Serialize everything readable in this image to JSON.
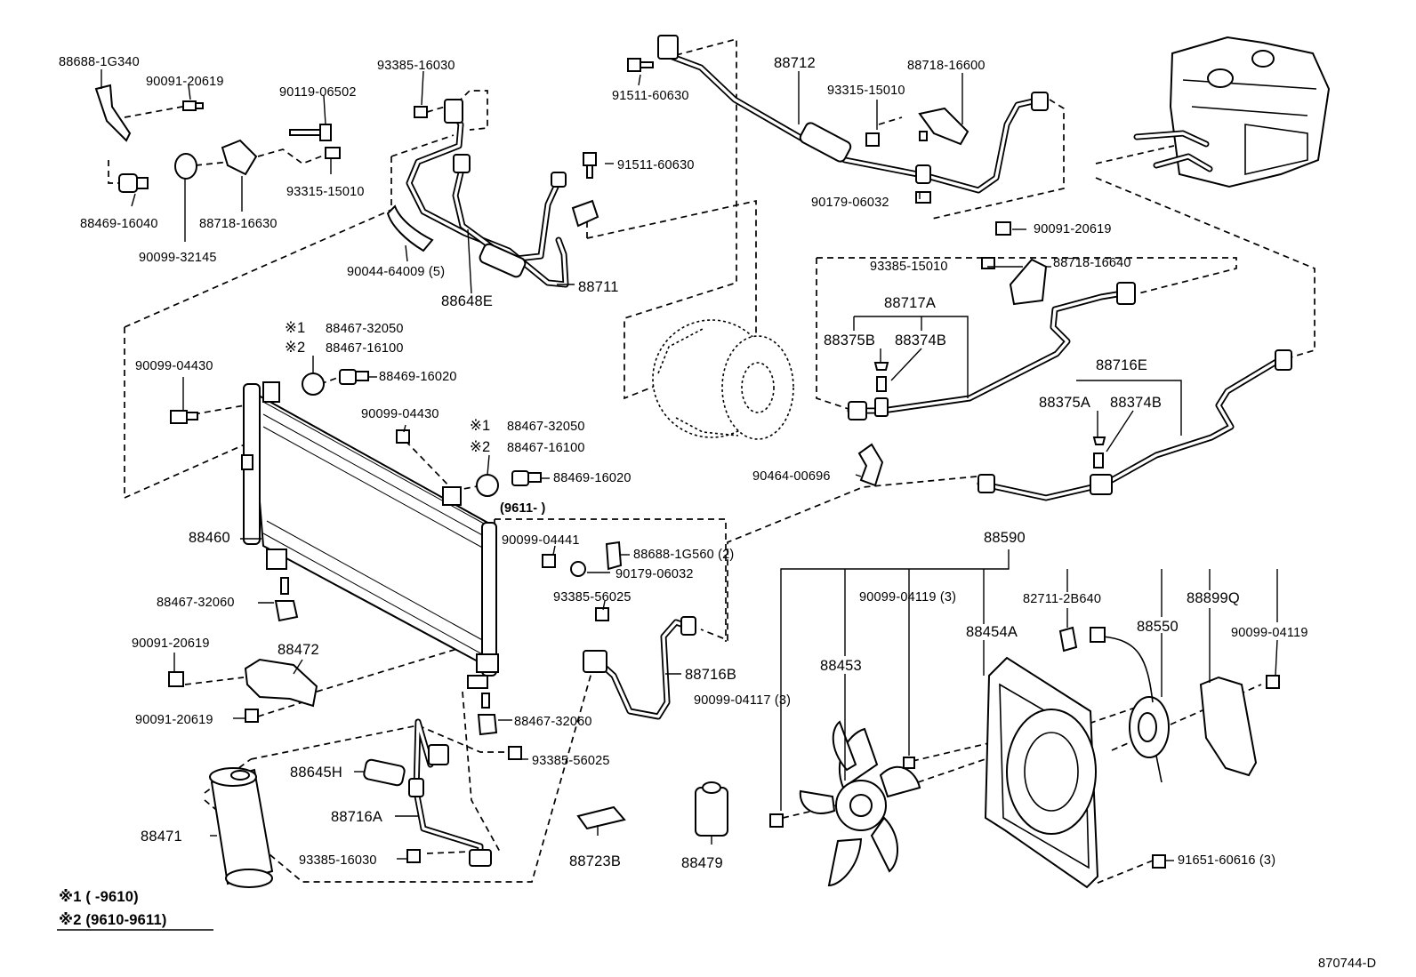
{
  "diagram_code": "870744-D",
  "notes": {
    "note1": "※1 (      -9610)",
    "note2": "※2 (9610-9611)",
    "range_box": "(9611-        )"
  },
  "labels": [
    "88688-1G340",
    "90091-20619",
    "90119-06502",
    "88469-16040",
    "90099-32145",
    "88718-16630",
    "93315-15010",
    "93385-16030",
    "90044-64009 (5)",
    "88648E",
    "88711",
    "91511-60630",
    "91511-60630",
    "88712",
    "93315-15010",
    "88718-16600",
    "90179-06032",
    "90091-20619",
    "93385-15010",
    "88718-16640",
    "88717A",
    "88375B",
    "88374B",
    "88716E",
    "88375A",
    "88374B",
    "90464-00696",
    "※1",
    "88467-32050",
    "※2",
    "88467-16100",
    "90099-04430",
    "88469-16020",
    "90099-04430",
    "※1",
    "88467-32050",
    "※2",
    "88467-16100",
    "88469-16020",
    "88460",
    "88467-32060",
    "90091-20619",
    "88472",
    "90091-20619",
    "90099-04441",
    "88688-1G560 (2)",
    "90179-06032",
    "93385-56025",
    "88716B",
    "88467-32060",
    "93385-56025",
    "88645H",
    "88716A",
    "93385-16030",
    "88471",
    "88723B",
    "88479",
    "88590",
    "90099-04119 (3)",
    "82711-2B640",
    "88899Q",
    "88454A",
    "88550",
    "90099-04119",
    "88453",
    "90099-04117 (3)",
    "91651-60616 (3)"
  ]
}
